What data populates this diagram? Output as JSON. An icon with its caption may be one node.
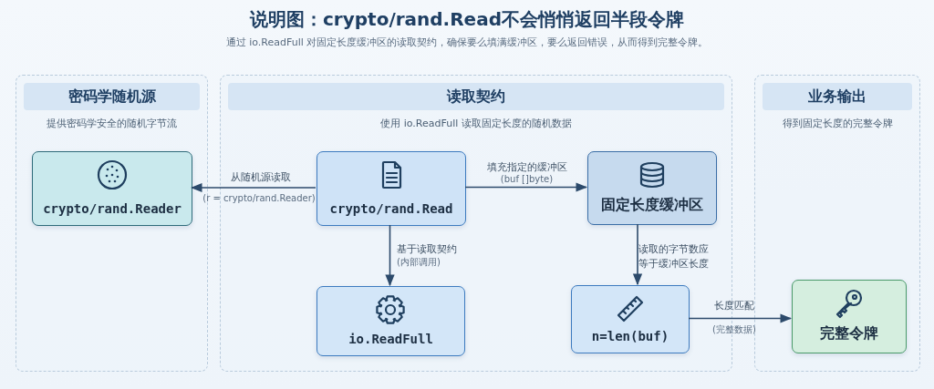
{
  "diagram": {
    "title": "说明图：crypto/rand.Read不会悄悄返回半段令牌",
    "caption": "通过 io.ReadFull 对固定长度缓冲区的读取契约，确保要么填满缓冲区，要么返回错误，从而得到完整令牌。",
    "nodes": [
      {
        "text": [
          "密码学随机源",
          "提供密码学安全的随机字节流"
        ]
      },
      {
        "text": [
          "读取契约",
          "使用 io.ReadFull 读取固定长度的随机数据"
        ]
      },
      {
        "text": [
          "业务输出",
          "得到固定长度的完整令牌"
        ]
      },
      {
        "text": [
          "crypto/rand.Reader"
        ],
        "in": 0
      },
      {
        "text": [
          "crypto/rand.Read"
        ],
        "in": 1
      },
      {
        "text": [
          "固定长度缓冲区"
        ],
        "in": 1
      },
      {
        "text": [
          "io.ReadFull"
        ],
        "in": 1
      },
      {
        "text": [
          "n=len(buf)"
        ],
        "in": 1
      },
      {
        "text": [
          "完整令牌"
        ],
        "in": 2
      }
    ],
    "edges": [
      {
        "from": 4,
        "to": 3,
        "arrow": "to",
        "label": "从随机源读取"
      },
      {
        "from": 4,
        "to": 5,
        "arrow": "to",
        "label": "填充指定的缓冲区"
      },
      {
        "from": 4,
        "to": 6,
        "arrow": "to",
        "label": "基于读取契约"
      },
      {
        "from": 5,
        "to": 7,
        "arrow": "to",
        "label": "读取的字节数应等于缓冲区长度"
      },
      {
        "from": 7,
        "to": 8,
        "arrow": "to",
        "label": "长度匹配"
      }
    ],
    "labels": [
      "(r = crypto/rand.Reader)",
      "(buf []byte)",
      "(内部调用)",
      "(完整数据)"
    ]
  }
}
